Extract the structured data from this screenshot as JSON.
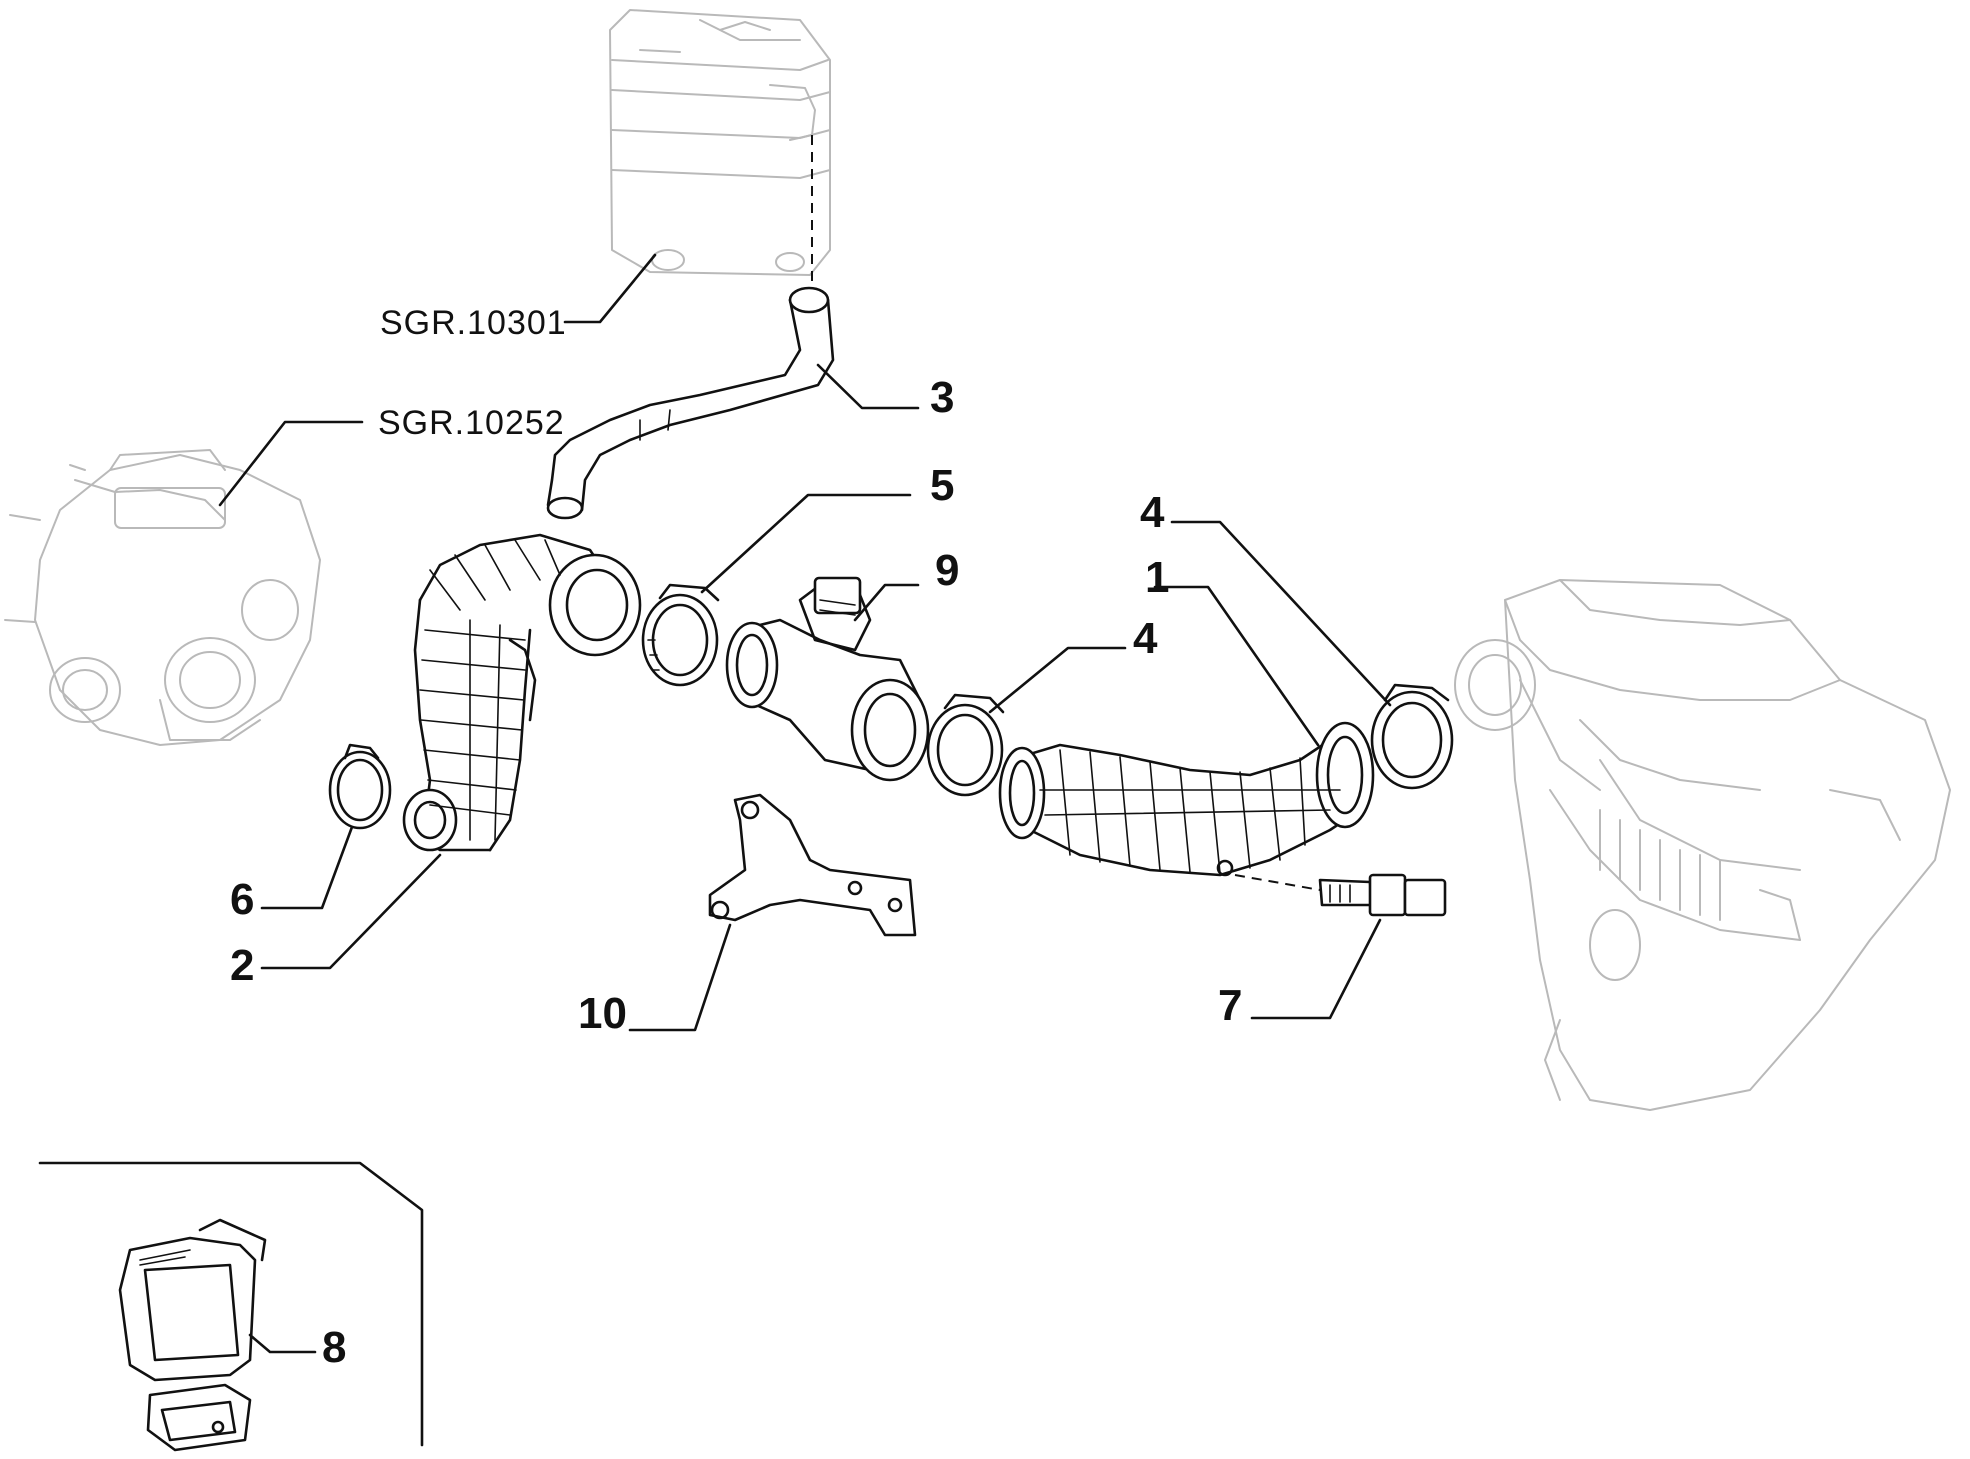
{
  "references": {
    "sgr_10301": "SGR.10301",
    "sgr_10252": "SGR.10252"
  },
  "callouts": {
    "n1": "1",
    "n2": "2",
    "n3": "3",
    "n4a": "4",
    "n4b": "4",
    "n5": "5",
    "n6": "6",
    "n7": "7",
    "n8": "8",
    "n9": "9",
    "n10": "10"
  }
}
